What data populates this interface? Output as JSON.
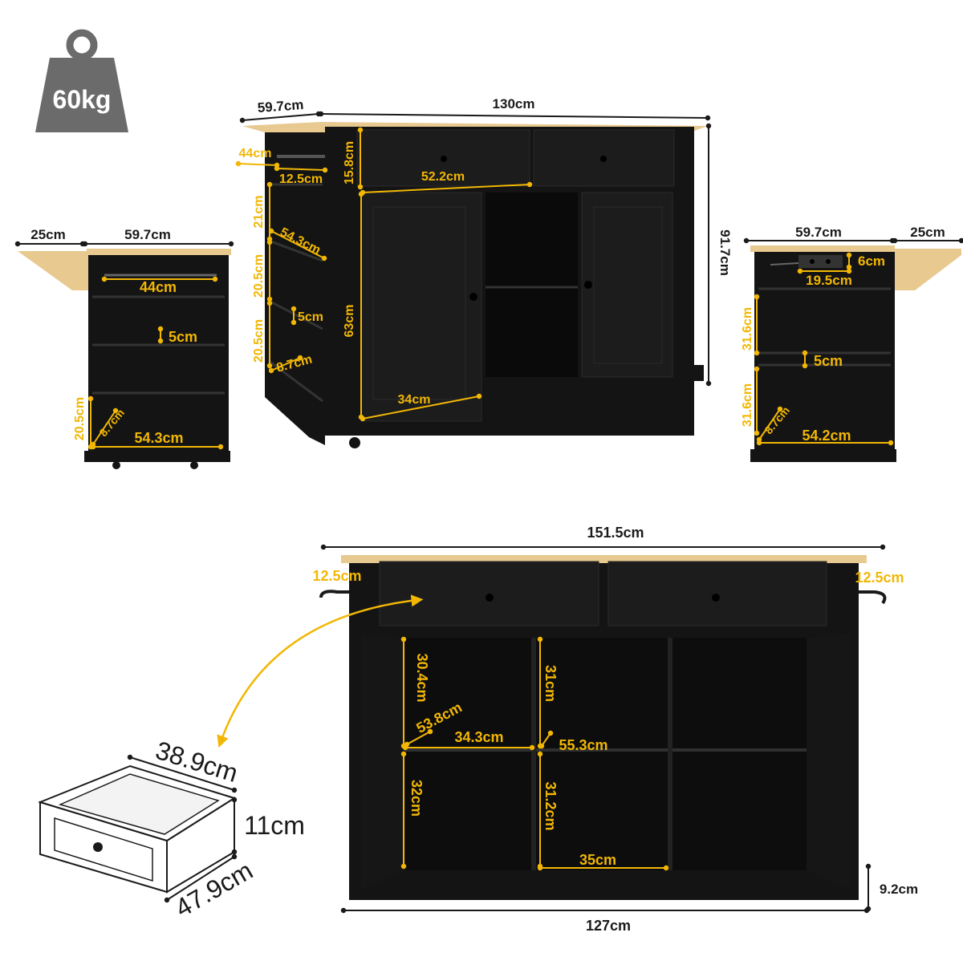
{
  "colors": {
    "dimension": "#f2b705",
    "cabinet": "#141414",
    "cabinet_edge": "#2a2a2a",
    "wood_top": "#e8c98f",
    "weight_icon": "#6b6b6b",
    "text": "#1a1a1a"
  },
  "weight": {
    "label": "60kg",
    "icon": "weight-icon"
  },
  "front_view": {
    "depth": "59.7cm",
    "width": "130cm",
    "height": "91.7cm",
    "towel_bar": "44cm",
    "rack_depth": "12.5cm",
    "drawer_height": "15.8cm",
    "drawer_width": "52.2cm",
    "cabinet_height": "63cm",
    "cabinet_width": "34cm",
    "shelf_height_1": "21cm",
    "shelf_height_2": "20.5cm",
    "shelf_height_3": "20.5cm",
    "shelf_width": "54.3cm",
    "rail_height": "5cm",
    "rail_depth": "8.7cm"
  },
  "left_view": {
    "leaf": "25cm",
    "depth": "59.7cm",
    "towel_bar": "44cm",
    "rail": "5cm",
    "shelf_height": "20.5cm",
    "shelf_depth": "8.7cm",
    "shelf_width": "54.3cm"
  },
  "right_view": {
    "depth": "59.7cm",
    "leaf": "25cm",
    "outlet": "6cm",
    "outlet_width": "19.5cm",
    "shelf_height_1": "31.6cm",
    "rail": "5cm",
    "shelf_height_2": "31.6cm",
    "shelf_depth": "8.7cm",
    "shelf_width": "54.2cm"
  },
  "open_view": {
    "total_width": "151.5cm",
    "left_overhang": "12.5cm",
    "right_overhang": "12.5cm",
    "left_height_top": "30.4cm",
    "middle_height_top": "31cm",
    "shelf_depth": "53.8cm",
    "left_width": "34.3cm",
    "middle_depth": "55.3cm",
    "left_height_bottom": "32cm",
    "middle_height_bottom": "31.2cm",
    "middle_width": "35cm",
    "base_height": "9.2cm",
    "base_width": "127cm"
  },
  "drawer": {
    "width": "38.9cm",
    "height": "11cm",
    "depth": "47.9cm"
  }
}
